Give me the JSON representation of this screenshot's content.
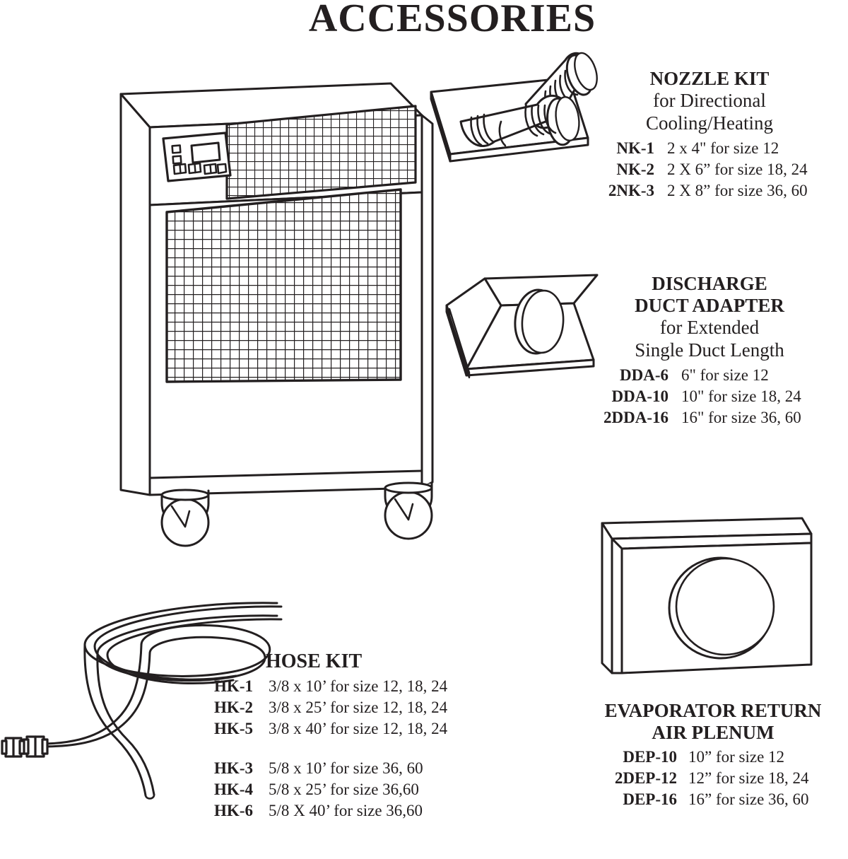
{
  "title": "ACCESSORIES",
  "colors": {
    "ink": "#231f20",
    "background": "#ffffff"
  },
  "sections": {
    "nozzle_kit": {
      "heading": "NOZZLE KIT",
      "subheading_line1": "for Directional",
      "subheading_line2": "Cooling/Heating",
      "parts": [
        {
          "code": "NK-1",
          "desc": "2 x 4\"  for size 12"
        },
        {
          "code": "NK-2",
          "desc": "2 X 6” for size 18, 24"
        },
        {
          "code": "2NK-3",
          "desc": "2 X 8” for size 36, 60"
        }
      ]
    },
    "discharge_duct_adapter": {
      "heading_line1": "DISCHARGE",
      "heading_line2": "DUCT ADAPTER",
      "subheading_line1": "for Extended",
      "subheading_line2": "Single Duct Length",
      "parts": [
        {
          "code": "DDA-6",
          "desc": "6\"  for size 12"
        },
        {
          "code": "DDA-10",
          "desc": "10\" for size 18, 24"
        },
        {
          "code": "2DDA-16",
          "desc": "16\" for size 36, 60"
        }
      ]
    },
    "hose_kit": {
      "heading": "HOSE KIT",
      "parts_group_1": [
        {
          "code": "HK-1",
          "desc": "3/8  x 10’ for size 12, 18, 24"
        },
        {
          "code": "HK-2",
          "desc": "3/8 x 25’ for size 12, 18, 24"
        },
        {
          "code": "HK-5",
          "desc": "3/8 x 40’  for size 12, 18, 24"
        }
      ],
      "parts_group_2": [
        {
          "code": "HK-3",
          "desc": "5/8 x 10’ for size 36, 60"
        },
        {
          "code": "HK-4",
          "desc": "5/8 x 25’ for size 36,60"
        },
        {
          "code": "HK-6",
          "desc": "5/8 X 40’ for size 36,60"
        }
      ]
    },
    "evaporator_return_air_plenum": {
      "heading_line1": "EVAPORATOR RETURN",
      "heading_line2": "AIR PLENUM",
      "parts": [
        {
          "code": "DEP-10",
          "desc": "10” for size 12"
        },
        {
          "code": "2DEP-12",
          "desc": "12” for size 18, 24"
        },
        {
          "code": "DEP-16",
          "desc": "16” for size 36, 60"
        }
      ]
    }
  },
  "illustrations": {
    "portable_ac_unit": "portable-air-conditioner-unit",
    "nozzle_kit": "nozzle-cones-on-plate",
    "duct_adapter": "duct-transition-box",
    "hose_kit": "coiled-hose-with-fittings",
    "plenum": "plenum-box-with-round-port"
  }
}
